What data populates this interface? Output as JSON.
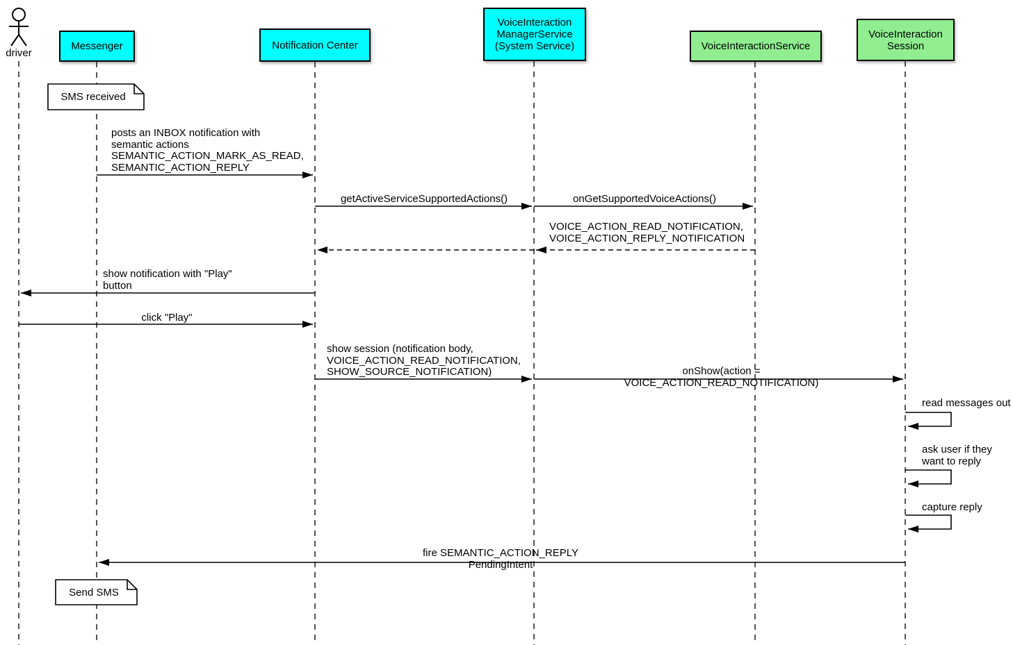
{
  "colors": {
    "participant_cyan": "#00ffff",
    "participant_green": "#90ee90",
    "line": "#000000",
    "note_background": "#ffffff"
  },
  "actor": {
    "label": "driver"
  },
  "participants": [
    {
      "label": "Messenger",
      "color": "#00ffff"
    },
    {
      "label": "Notification Center",
      "color": "#00ffff"
    },
    {
      "label": "VoiceInteraction\nManagerService\n(System Service)",
      "color": "#00ffff"
    },
    {
      "label": "VoiceInteractionService",
      "color": "#90ee90"
    },
    {
      "label": "VoiceInteraction\nSession",
      "color": "#90ee90"
    }
  ],
  "notes": [
    {
      "label": "SMS received",
      "attached_to": "Messenger"
    },
    {
      "label": "Send SMS",
      "attached_to": "Messenger"
    }
  ],
  "messages": [
    {
      "label": "posts an INBOX notification with\nsemantic actions\nSEMANTIC_ACTION_MARK_AS_READ,\nSEMANTIC_ACTION_REPLY",
      "from": "Messenger",
      "to": "Notification Center",
      "style": "solid"
    },
    {
      "label": "getActiveServiceSupportedActions()",
      "from": "Notification Center",
      "to": "VoiceInteractionManagerService",
      "style": "solid"
    },
    {
      "label": "onGetSupportedVoiceActions()",
      "from": "VoiceInteractionManagerService",
      "to": "VoiceInteractionService",
      "style": "solid"
    },
    {
      "label": "VOICE_ACTION_READ_NOTIFICATION,\nVOICE_ACTION_REPLY_NOTIFICATION",
      "from": "VoiceInteractionService",
      "to": "VoiceInteractionManagerService",
      "style": "dashed-return"
    },
    {
      "label": "",
      "from": "VoiceInteractionManagerService",
      "to": "Notification Center",
      "style": "dashed-return"
    },
    {
      "label": "show notification with \"Play\"\nbutton",
      "from": "Notification Center",
      "to": "driver",
      "style": "solid"
    },
    {
      "label": "click \"Play\"",
      "from": "driver",
      "to": "Notification Center",
      "style": "solid"
    },
    {
      "label": "show session (notification body,\nVOICE_ACTION_READ_NOTIFICATION,\nSHOW_SOURCE_NOTIFICATION)",
      "from": "Notification Center",
      "to": "VoiceInteractionManagerService",
      "style": "solid"
    },
    {
      "label": "onShow(action = VOICE_ACTION_READ_NOTIFICATION)",
      "from": "VoiceInteractionManagerService",
      "to": "VoiceInteractionSession",
      "style": "solid"
    },
    {
      "label": "read messages out",
      "from": "VoiceInteractionSession",
      "to": "VoiceInteractionSession",
      "style": "self"
    },
    {
      "label": "ask user if they\nwant to reply",
      "from": "VoiceInteractionSession",
      "to": "VoiceInteractionSession",
      "style": "self"
    },
    {
      "label": "capture reply",
      "from": "VoiceInteractionSession",
      "to": "VoiceInteractionSession",
      "style": "self"
    },
    {
      "label": "fire SEMANTIC_ACTION_REPLY PendingIntent",
      "from": "VoiceInteractionSession",
      "to": "Messenger",
      "style": "solid"
    }
  ]
}
